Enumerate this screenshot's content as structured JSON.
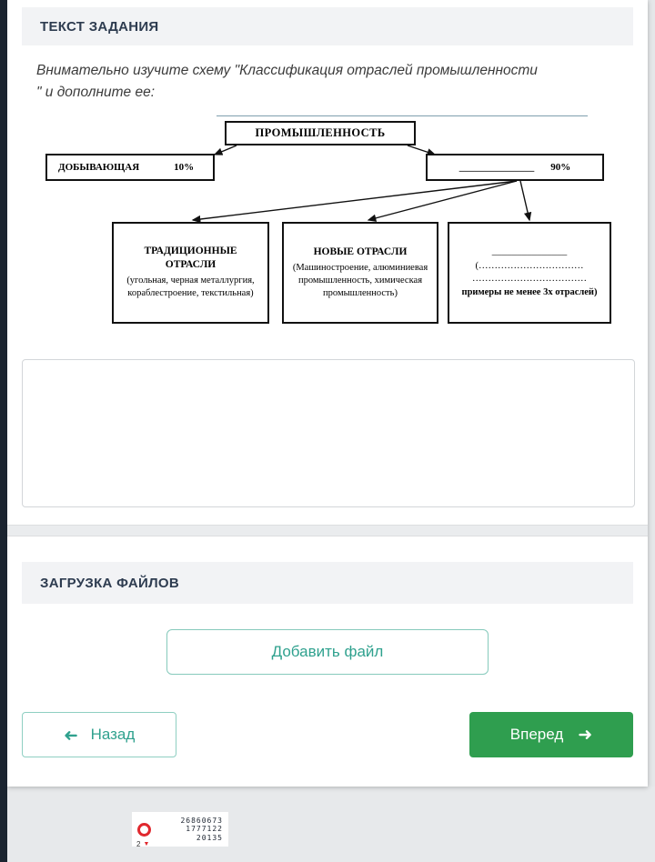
{
  "task": {
    "header": "ТЕКСТ ЗАДАНИЯ",
    "instruction_line1": "Внимательно изучите схему \"Классификация отраслей промышленности",
    "instruction_line2": "\" и дополните ее:"
  },
  "diagram": {
    "root": "ПРОМЫШЛЕННОСТЬ",
    "left": {
      "label": "ДОБЫВАЮЩАЯ",
      "value": "10%"
    },
    "right": {
      "blank": "_______________",
      "value": "90%"
    },
    "bottom": [
      {
        "title": "ТРАДИЦИОННЫЕ ОТРАСЛИ",
        "subtitle": "(угольная, черная металлургия, кораблестроение, текстильная)"
      },
      {
        "title": "НОВЫЕ ОТРАСЛИ",
        "subtitle": "(Машиностроение, алюминиевая промышленность, химическая промышленность)"
      },
      {
        "blank": "_______________",
        "dots1": "(……………………………",
        "dots2": "………………………………",
        "note": "примеры не менее 3х отраслей)"
      }
    ]
  },
  "answer": {
    "value": ""
  },
  "upload": {
    "header": "ЗАГРУЗКА ФАЙЛОВ",
    "add_file_label": "Добавить файл"
  },
  "nav": {
    "back_label": "Назад",
    "forward_label": "Вперед",
    "arrow_glyph": "➜"
  },
  "counter": {
    "numbers": [
      "26860673",
      "1777122",
      "20135"
    ],
    "badge": "2",
    "triangle_glyph": "▼"
  },
  "colors": {
    "teal": "#2fa18e",
    "green": "#2f9e4f",
    "header_bg": "#f2f3f5",
    "strip": "#1b2430"
  }
}
